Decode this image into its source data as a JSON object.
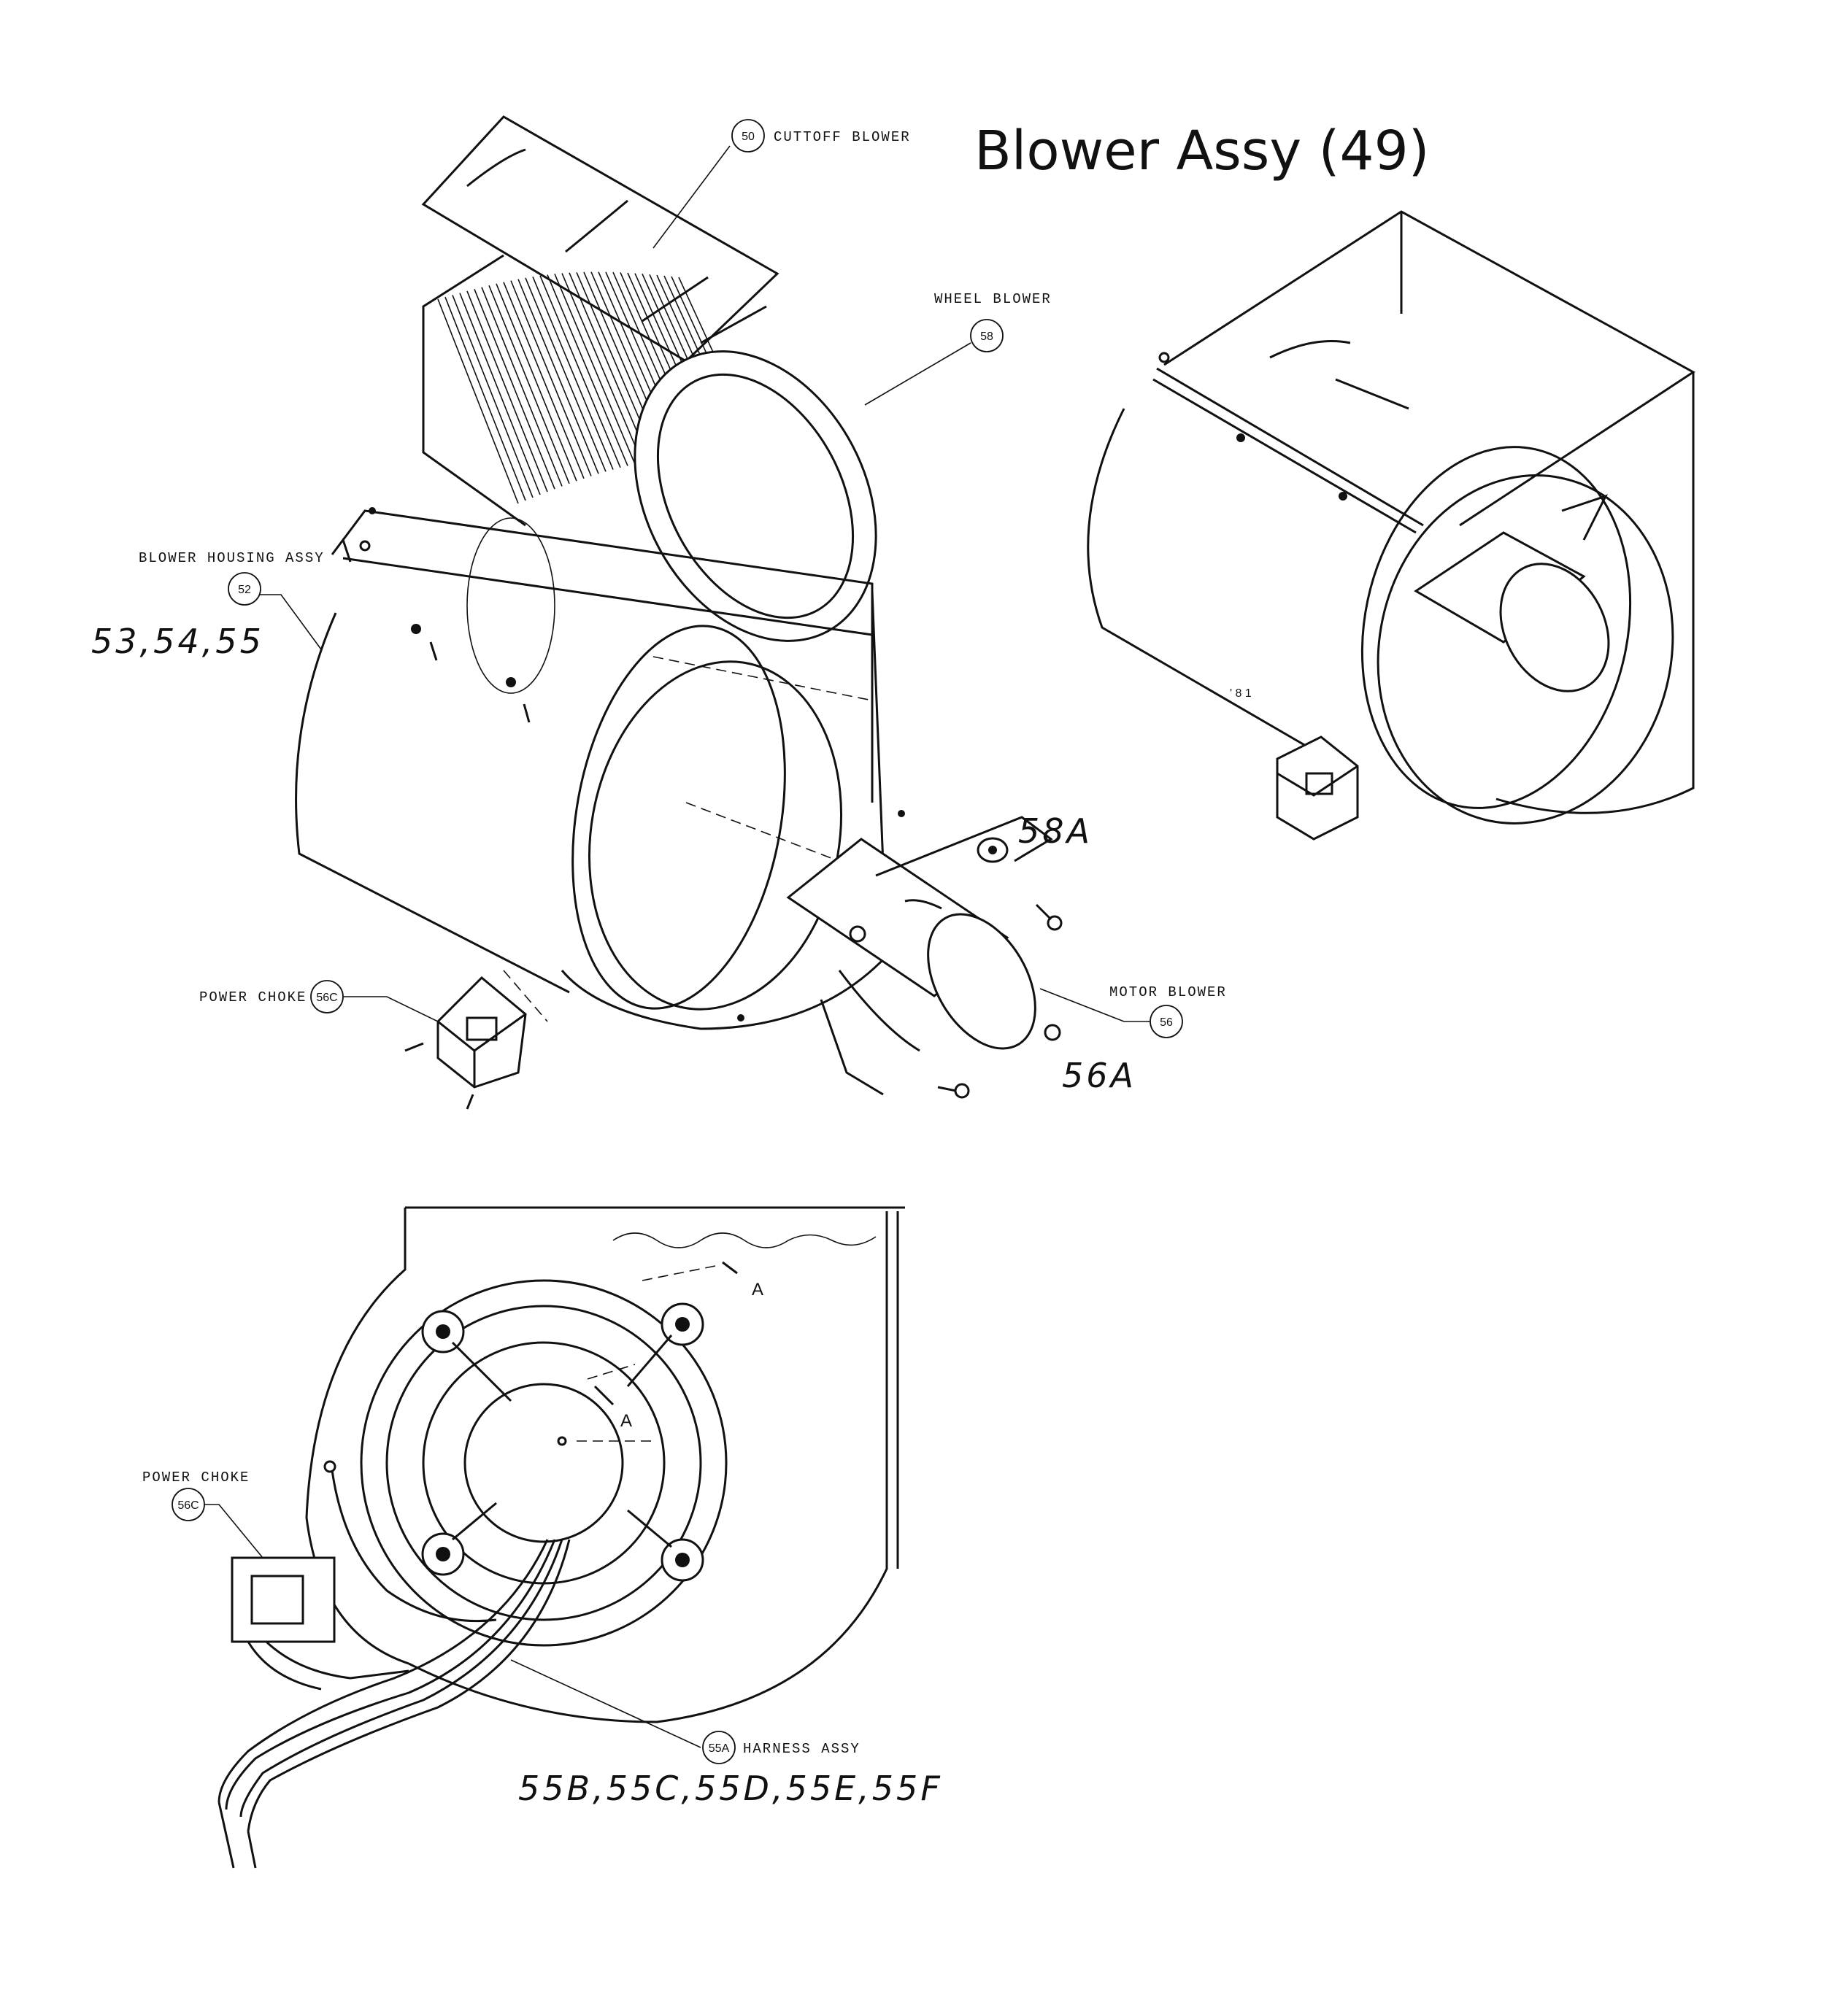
{
  "title": "Blower Assy (49)",
  "callouts": {
    "cutoff_blower": {
      "num": "50",
      "label": "CUTTOFF BLOWER"
    },
    "wheel_blower": {
      "num": "58",
      "label": "WHEEL BLOWER"
    },
    "blower_housing": {
      "num": "52",
      "label": "BLOWER HOUSING ASSY"
    },
    "power_choke_top": {
      "num": "56C",
      "label": "POWER CHOKE"
    },
    "motor_blower": {
      "num": "56",
      "label": "MOTOR BLOWER"
    },
    "power_choke_bottom": {
      "num": "56C",
      "label": "POWER CHOKE"
    },
    "harness": {
      "num": "55A",
      "label": "HARNESS ASSY"
    }
  },
  "handwritten": {
    "housing_parts": "53,54,55",
    "mount_part": "58A",
    "grommet_part": "56A",
    "harness_parts": "55B,55C,55D,55E,55F"
  },
  "section_marks": {
    "a_top": "A",
    "a_bottom": "A"
  }
}
